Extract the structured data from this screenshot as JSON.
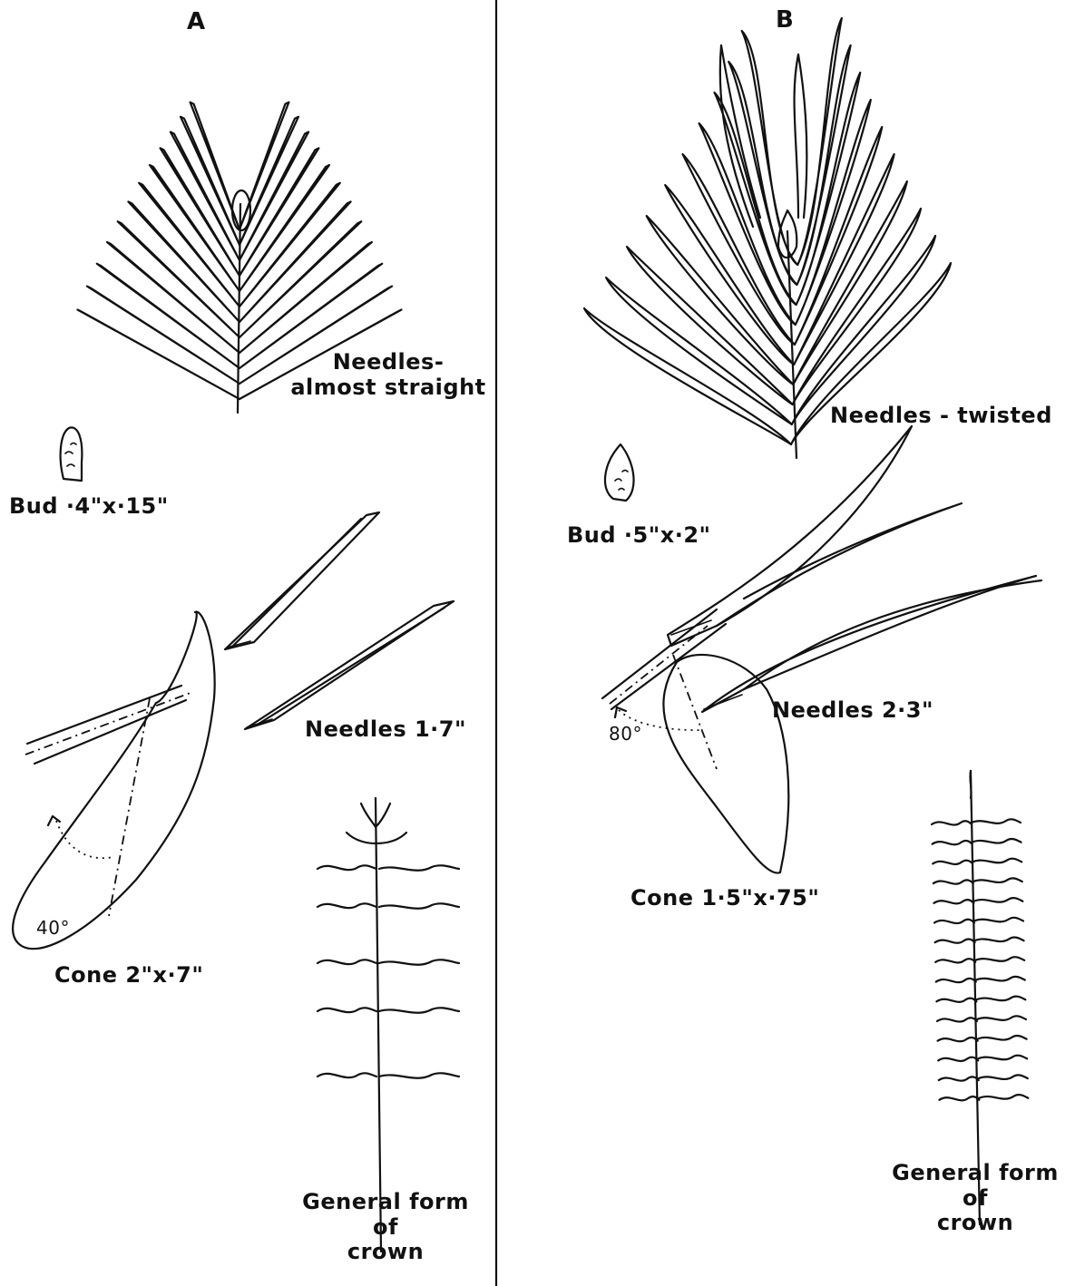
{
  "panels": [
    {
      "letter": "A",
      "shoot_label_line1": "Needles-",
      "shoot_label_line2": "almost straight",
      "bud_label": "Bud ·4\"x·15\"",
      "needles_label": "Needles 1·7\"",
      "angle_label": "40°",
      "cone_label": "Cone 2\"x·7\"",
      "crown_label_line1": "General form",
      "crown_label_line2": "of",
      "crown_label_line3": "crown"
    },
    {
      "letter": "B",
      "shoot_label": "Needles - twisted",
      "bud_label": "Bud ·5\"x·2\"",
      "needles_label": "Needles 2·3\"",
      "angle_label": "80°",
      "cone_label": "Cone 1·5\"x·75\"",
      "crown_label_line1": "General form",
      "crown_label_line2": "of",
      "crown_label_line3": "crown"
    }
  ]
}
